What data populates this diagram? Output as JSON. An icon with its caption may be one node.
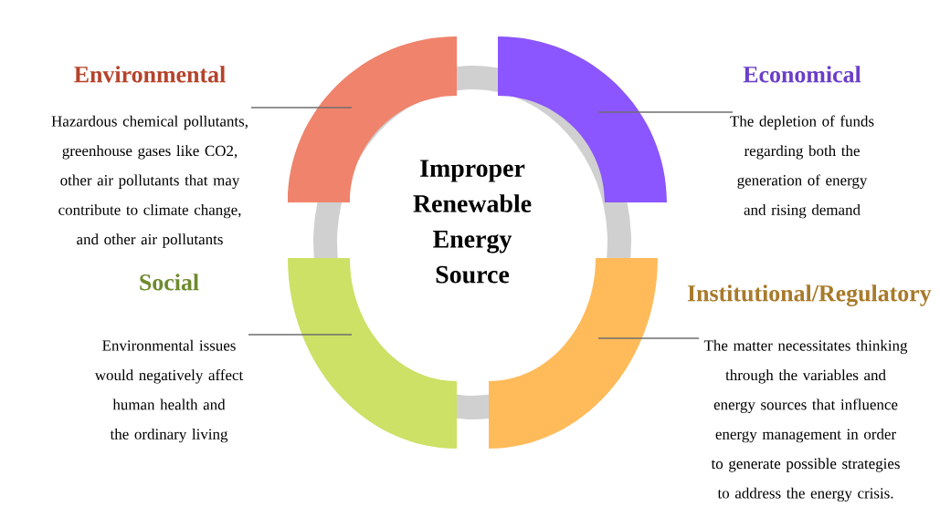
{
  "diagram": {
    "nodes": [
      {
        "text": [
          "Improper Renewable Energy Source"
        ]
      },
      {
        "text": [
          "Environmental",
          "Hazardous chemical pollutants, greenhouse gases like CO2, other air pollutants that may contribute to climate change, and other air pollutants"
        ]
      },
      {
        "text": [
          "Economical",
          "The depletion of funds regarding both the generation of energy and rising demand"
        ]
      },
      {
        "text": [
          "Social",
          "Environmental issues would negatively affect human health and the ordinary living"
        ]
      },
      {
        "text": [
          "Institutional/Regulatory",
          "The matter necessitates thinking through the variables and energy sources that influence energy management in order to generate possible strategies to address the energy crisis."
        ]
      },
      {
        "text": [],
        "shape": "arc"
      },
      {
        "text": [],
        "shape": "arc"
      },
      {
        "text": [],
        "shape": "arc"
      },
      {
        "text": [],
        "shape": "arc"
      }
    ],
    "edges": [
      {
        "from": 1,
        "to": 5,
        "arrow": "none"
      },
      {
        "from": 2,
        "to": 6,
        "arrow": "none"
      },
      {
        "from": 3,
        "to": 7,
        "arrow": "none"
      },
      {
        "from": 4,
        "to": 8,
        "arrow": "none"
      }
    ]
  }
}
